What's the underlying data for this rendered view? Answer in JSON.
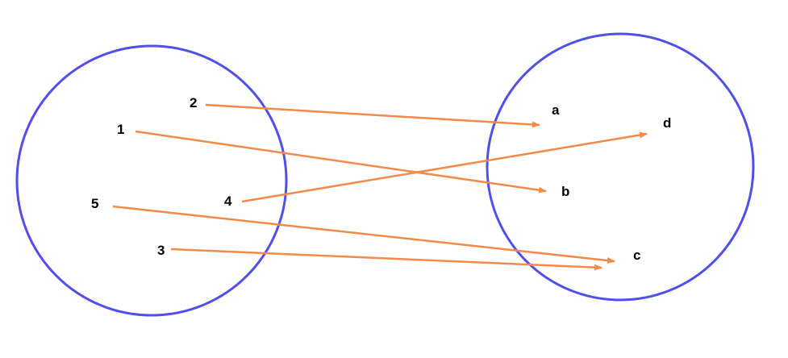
{
  "colors": {
    "circle": "#5050e8",
    "arrow": "#f28a4a",
    "text": "#000000"
  },
  "domain_set": {
    "elements": [
      "1",
      "2",
      "3",
      "4",
      "5"
    ]
  },
  "codomain_set": {
    "elements": [
      "a",
      "b",
      "c",
      "d"
    ]
  },
  "mapping": [
    {
      "from": "1",
      "to": "b"
    },
    {
      "from": "2",
      "to": "a"
    },
    {
      "from": "3",
      "to": "c"
    },
    {
      "from": "4",
      "to": "d"
    },
    {
      "from": "5",
      "to": "c"
    }
  ]
}
